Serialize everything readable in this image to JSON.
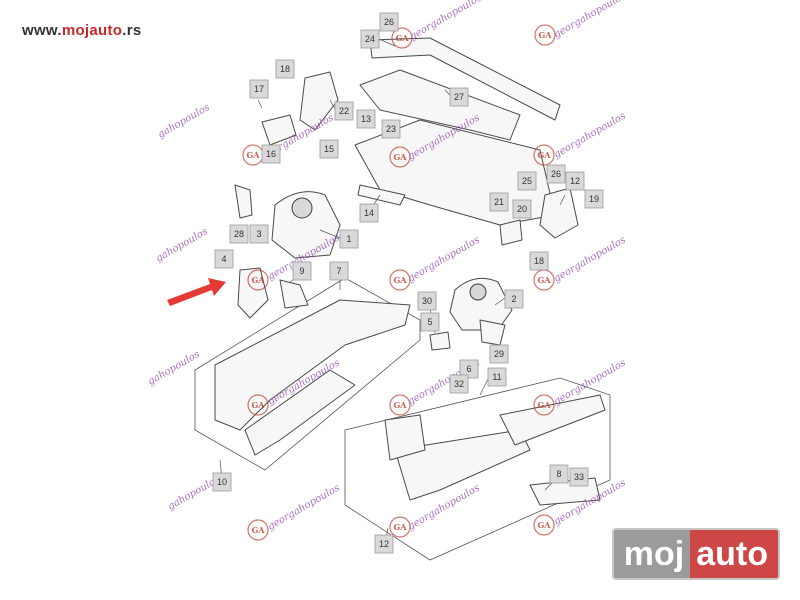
{
  "header": {
    "url_prefix": "www.",
    "url_brand": "mojauto",
    "url_suffix": ".rs"
  },
  "logo": {
    "part1": "moj",
    "part2": "auto"
  },
  "watermark": {
    "text_a": "georgahopoulos",
    "text_b": "gahopoulos",
    "seal": "GA"
  },
  "accent_color": "#e53935",
  "callouts": [
    "26",
    "24",
    "18",
    "17",
    "27",
    "22",
    "13",
    "23",
    "16",
    "15",
    "26",
    "25",
    "12",
    "19",
    "21",
    "20",
    "14",
    "1",
    "28",
    "3",
    "4",
    "9",
    "7",
    "18",
    "30",
    "2",
    "5",
    "6",
    "29",
    "32",
    "11",
    "8",
    "33",
    "10",
    "12"
  ]
}
